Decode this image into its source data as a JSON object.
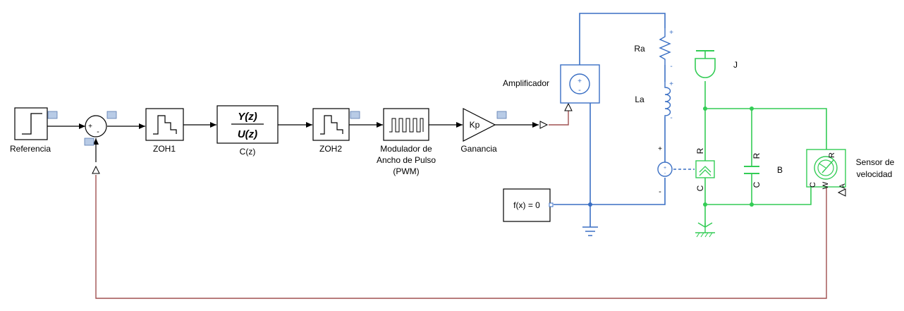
{
  "blocks": {
    "referencia": "Referencia",
    "zoh1": "ZOH1",
    "cz": "C(z)",
    "cz_num": "Y(z)",
    "cz_den": "U(z)",
    "zoh2": "ZOH2",
    "pwm_line1": "Modulador de",
    "pwm_line2": "Ancho de Pulso",
    "pwm_line3": "(PWM)",
    "gain_label": "Ganancia",
    "gain_value": "Kp",
    "amplifier": "Amplificador",
    "ra": "Ra",
    "la": "La",
    "j": "J",
    "b": "B",
    "sensor_line1": "Sensor de",
    "sensor_line2": "velocidad",
    "solver": "f(x) = 0"
  },
  "signs": {
    "plus": "+",
    "minus": "-",
    "sum_plus": "+",
    "sum_minus": "-"
  },
  "ports": {
    "r": "R",
    "c": "C",
    "w": "W",
    "a": "A"
  },
  "colors": {
    "signal": "#000000",
    "electrical": "#3a6fc4",
    "mechanical": "#33cc55",
    "feedback": "#a05050"
  }
}
